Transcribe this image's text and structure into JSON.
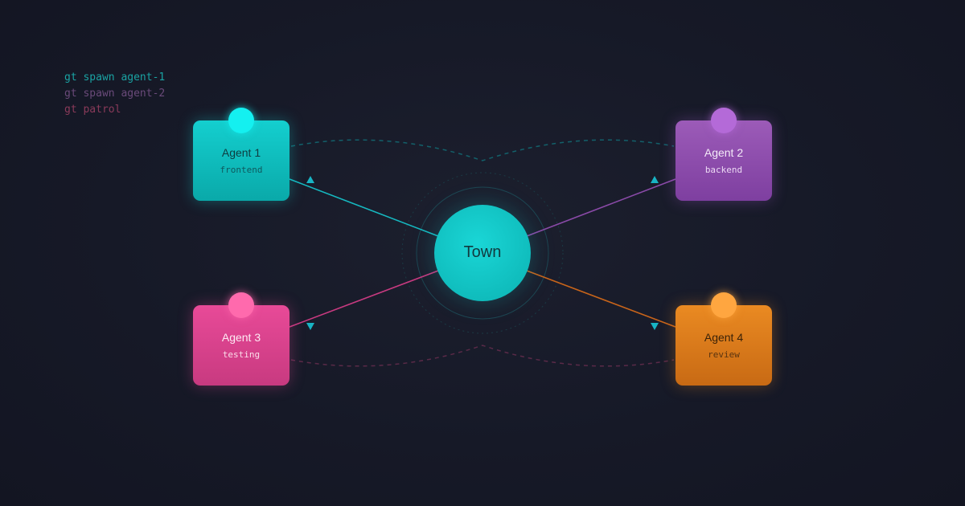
{
  "terminal": {
    "lines": [
      "gt spawn agent-1",
      "gt spawn agent-2",
      "gt patrol"
    ]
  },
  "hub": {
    "label": "Town",
    "color": "#12cfcf"
  },
  "agents": [
    {
      "title": "Agent 1",
      "role": "frontend",
      "color": "#12cfcf"
    },
    {
      "title": "Agent 2",
      "role": "backend",
      "color": "#9c5bb8"
    },
    {
      "title": "Agent 3",
      "role": "testing",
      "color": "#e84a98"
    },
    {
      "title": "Agent 4",
      "role": "review",
      "color": "#ea8a22"
    }
  ],
  "colors": {
    "background": "#161927",
    "link_agent1": "#16b8c0",
    "link_agent2": "#8a4aa8",
    "link_agent3": "#c83a80",
    "link_agent4": "#c8641a",
    "arrow": "#18b4c4"
  }
}
